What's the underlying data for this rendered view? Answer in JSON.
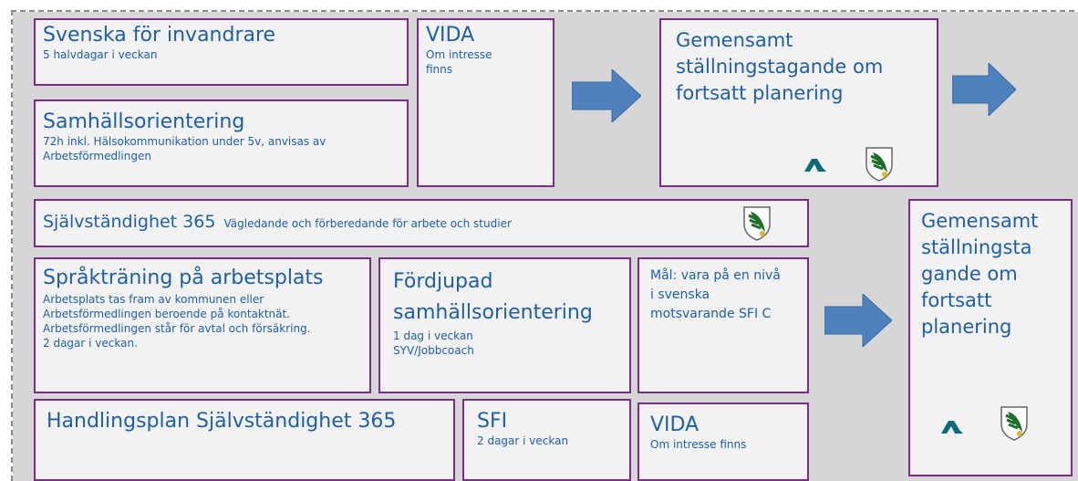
{
  "boxes": {
    "sfi_invandrare": {
      "title": "Svenska för invandrare",
      "sub": "5 halvdagar i veckan"
    },
    "vida_top": {
      "title": "VIDA",
      "sub": "Om intresse finns"
    },
    "samhall": {
      "title": "Samhällsorientering",
      "sub": "72h inkl. Hälsokommunikation under 5v, anvisas av Arbetsförmedlingen"
    },
    "gemensamt_top": {
      "title": "Gemensamt ställningstagande om fortsatt planering"
    },
    "sjalv365": {
      "title": "Självständighet 365",
      "sub": "Vägledande och förberedande för arbete och studier"
    },
    "gemensamt_right": {
      "title": "Gemensamt ställningsta gande om fortsatt planering"
    },
    "sprak": {
      "title": "Språkträning på arbetsplats",
      "sub": "Arbetsplats tas fram av kommunen eller Arbetsförmedlingen beroende på kontaktnät. Arbetsförmedlingen står för avtal och försäkring. 2 dagar i veckan."
    },
    "fordjupad": {
      "title": "Fördjupad samhällsorientering",
      "sub1": "1 dag i veckan",
      "sub2": "SYV/Jobbcoach"
    },
    "mal": {
      "text": "Mål: vara på en nivå i svenska motsvarande SFI C"
    },
    "handlingsplan": {
      "title": "Handlingsplan Självständighet 365"
    },
    "sfi": {
      "title": "SFI",
      "sub": "2 dagar i veckan"
    },
    "vida_bottom": {
      "title": "VIDA",
      "sub": "Om intresse finns"
    }
  },
  "icons": [
    "arrow-right-icon",
    "arbetsformedlingen-logo-icon",
    "municipal-shield-icon"
  ],
  "colors": {
    "border": "#7a2c86",
    "text": "#1f5fa8",
    "arrow": "#4f81bd",
    "box_fill": "#f2f2f2",
    "background": "#d6d6d6"
  }
}
